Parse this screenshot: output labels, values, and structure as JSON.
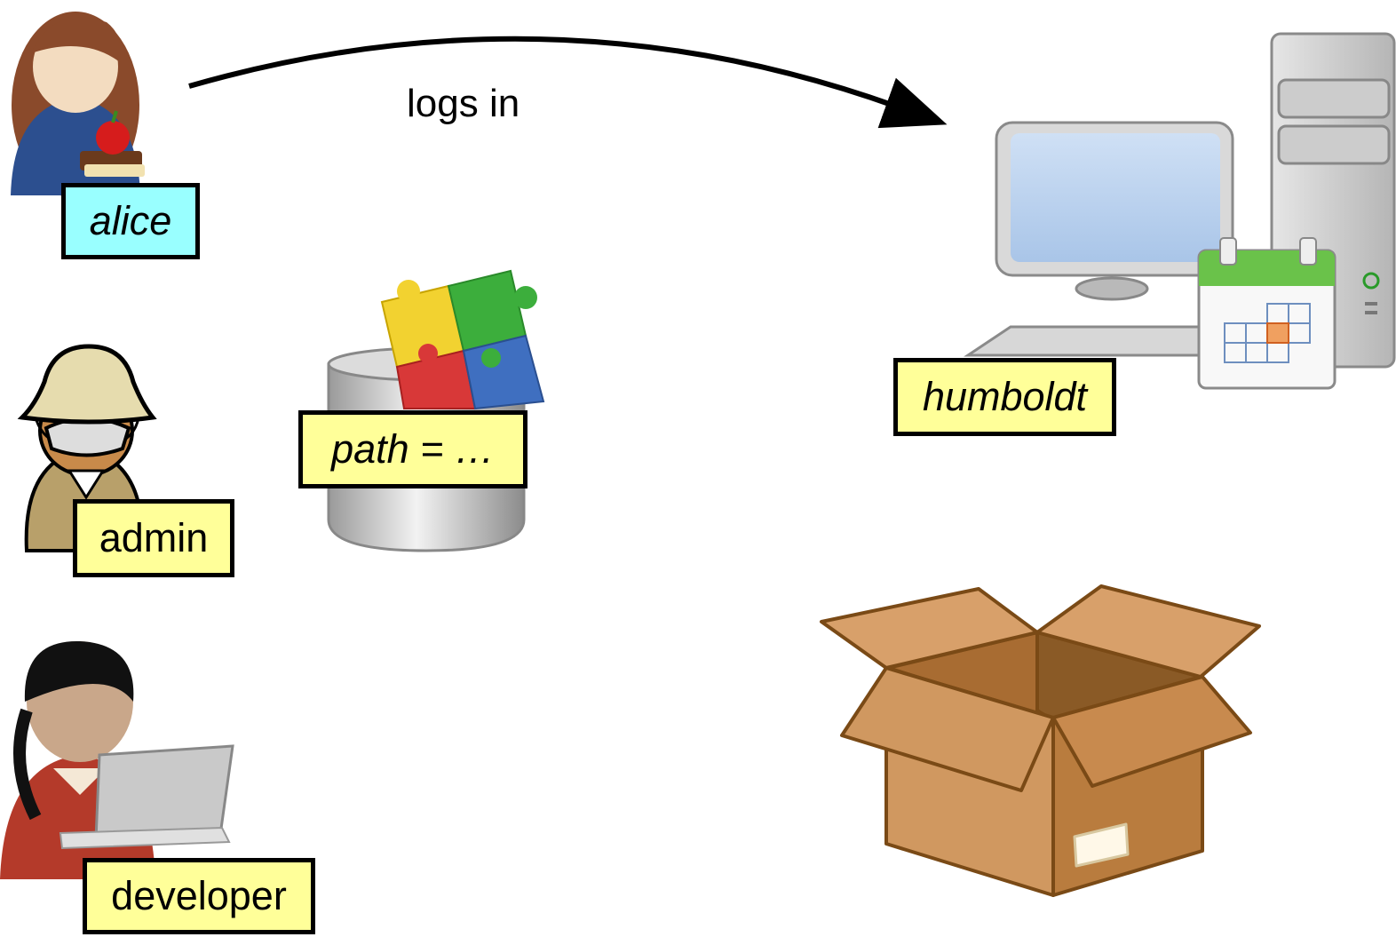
{
  "labels": {
    "alice": "alice",
    "admin": "admin",
    "developer": "developer",
    "config": "path = …",
    "host": "humboldt"
  },
  "arrow": {
    "caption": "logs in"
  },
  "colors": {
    "label_yellow": "#ffff99",
    "label_cyan": "#99ffff",
    "border": "#000000"
  },
  "icons": [
    "alice-avatar-icon",
    "admin-avatar-icon",
    "developer-avatar-icon",
    "database-icon",
    "puzzle-icon",
    "computer-icon",
    "calendar-icon",
    "box-icon"
  ]
}
